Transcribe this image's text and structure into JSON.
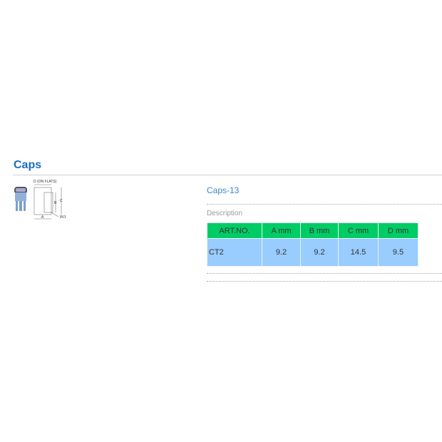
{
  "section": {
    "title": "Caps"
  },
  "diagram": {
    "label_d": "D (ON FLATS)",
    "label_a": "A",
    "label_b": "B",
    "label_c": "C",
    "label_code": "8V1"
  },
  "product": {
    "name": "Caps-13",
    "description_label": "Description",
    "table": {
      "headers": [
        "ART.NO.",
        "A mm",
        "B mm",
        "C mm",
        "D mm"
      ],
      "rows": [
        [
          "CT2",
          "9.2",
          "9.2",
          "14.5",
          "9.5"
        ]
      ]
    }
  },
  "colors": {
    "title": "#1a6fc0",
    "header_bg": "#00cc66",
    "row_bg": "#99ccff"
  }
}
